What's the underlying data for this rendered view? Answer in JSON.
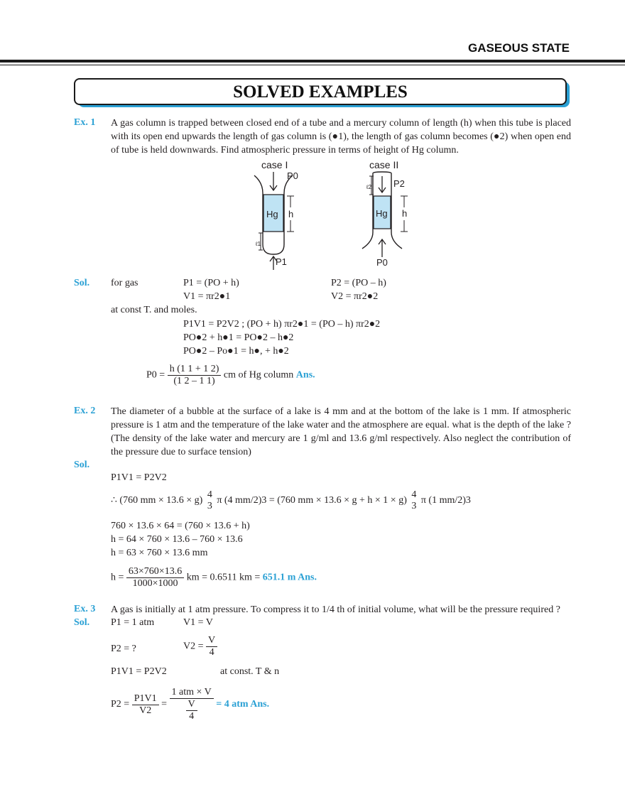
{
  "header": {
    "title": "GASEOUS STATE"
  },
  "banner": {
    "title": "SOLVED EXAMPLES"
  },
  "ex1": {
    "label": "Ex. 1",
    "question": "A gas column is trapped between closed end of a tube and a mercury column of length (h) when this tube is placed with its open end upwards the length of gas column is (●1), the length of gas column becomes (●2) when open end of tube is held downwards. Find atmospheric pressure in terms of height of Hg column.",
    "diagram": {
      "case1_label": "case I",
      "case2_label": "case II",
      "hg": "Hg",
      "h": "h",
      "p0": "P0",
      "p1": "P1",
      "p2": "P2",
      "l1": "ℓ1",
      "l2": "ℓ2"
    },
    "sol_label": "Sol.",
    "for_gas": "for gas",
    "p1_eq": "P1 = (PO + h)",
    "p2_eq": "P2 = (PO – h)",
    "v1_eq": "V1 = πr2●1",
    "v2_eq": "V2 = πr2●2",
    "const": "at const T. and moles.",
    "line1": "P1V1 = P2V2 ; (PO + h) πr2●1 = (PO – h) πr2●2",
    "line2": "PO●2 + h●1 = PO●2 – h●2",
    "line3": "PO●2 – Po●1 = h●, + h●2",
    "result_lhs": "P0 =",
    "result_num": "h (1 1 + 1 2)",
    "result_den": "(1 2 – 1 1)",
    "result_unit": "cm of Hg column",
    "ans": "Ans."
  },
  "ex2": {
    "label": "Ex. 2",
    "question": "The diameter of a bubble at the surface of a lake is 4 mm and at the bottom of the lake is 1 mm. If atmospheric pressure is 1 atm and the temperature of the lake water and the atmosphere are equal. what is the depth of the lake ? (The density of the lake water and mercury are 1 g/ml and 13.6 g/ml respectively. Also neglect the contribution of the pressure due to surface tension)",
    "sol_label": "Sol.",
    "line1": "P1V1 = P2V2",
    "line2_a": "∴  (760 mm × 13.6 × g)",
    "frac_num": "4",
    "frac_den": "3",
    "line2_b": "π (4 mm/2)3 = (760 mm × 13.6 × g + h × 1 × g)",
    "line2_c": "π (1 mm/2)3",
    "line3": "760 × 13.6 × 64 = (760 × 13.6 + h)",
    "line4": "h = 64 × 760 × 13.6  – 760 × 13.6",
    "line5": "h = 63 × 760 × 13.6 mm",
    "h_lhs": "h =",
    "h_num": "63×760×13.6",
    "h_den": "1000×1000",
    "h_rest": "km = 0.6511 km =",
    "ans": "651.1 m Ans."
  },
  "ex3": {
    "label": "Ex. 3",
    "question": "A gas is initially at 1 atm pressure. To compress it to 1/4 th of initial volume, what will be the pressure required ?",
    "sol_label": "Sol.",
    "p1": "P1 = 1 atm",
    "v1": "V1 = V",
    "p2": "P2 = ?",
    "v2_lhs": "V2 =",
    "v2_num": "V",
    "v2_den": "4",
    "eq": "P1V1 = P2V2",
    "cond": "at const. T & n",
    "p2_lhs": "P2 =",
    "f1_num": "P1V1",
    "f1_den": "V2",
    "eq_sign": "=",
    "f2_num": "1 atm × V",
    "f2_den_num": "V",
    "f2_den_den": "4",
    "ans": "= 4 atm Ans."
  }
}
